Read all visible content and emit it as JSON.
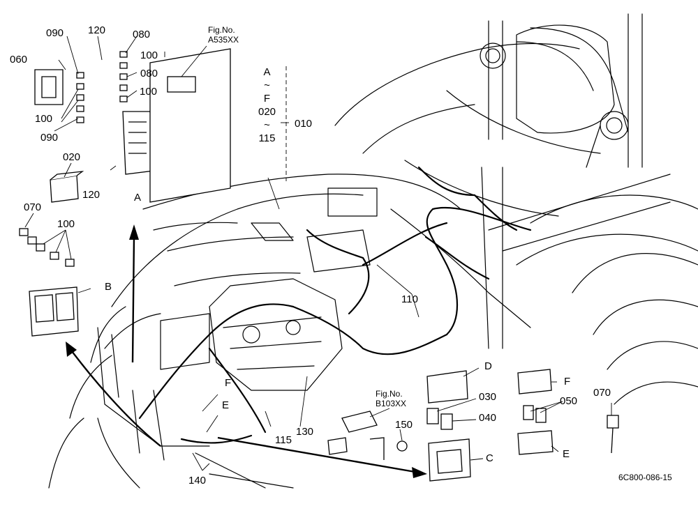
{
  "diagram": {
    "fig_ref_top": {
      "line1": "Fig.No.",
      "line2": "A535XX"
    },
    "fig_ref_mid": {
      "line1": "Fig.No.",
      "line2": "B103XX"
    },
    "range_group": {
      "r1": "A",
      "r2": "~",
      "r3": "F",
      "r4": "020",
      "r5": "~",
      "r6": "115",
      "code": "010"
    },
    "callouts": {
      "c060": "060",
      "c090a": "090",
      "c100a": "100",
      "c090b": "090",
      "c120a": "120",
      "c080a": "080",
      "c100b": "100",
      "c080b": "080",
      "c100c": "100",
      "c020": "020",
      "c120b": "120",
      "c070a": "070",
      "c100d": "100",
      "cA": "A",
      "cB": "B",
      "c110": "110",
      "cD": "D",
      "cF1": "F",
      "cE1": "E",
      "c030": "030",
      "c040": "040",
      "cC": "C",
      "c150": "150",
      "c115": "115",
      "c130": "130",
      "c140": "140",
      "cF2": "F",
      "c050": "050",
      "c070b": "070",
      "cE2": "E"
    },
    "drawing_code": "6C800-086-15"
  }
}
